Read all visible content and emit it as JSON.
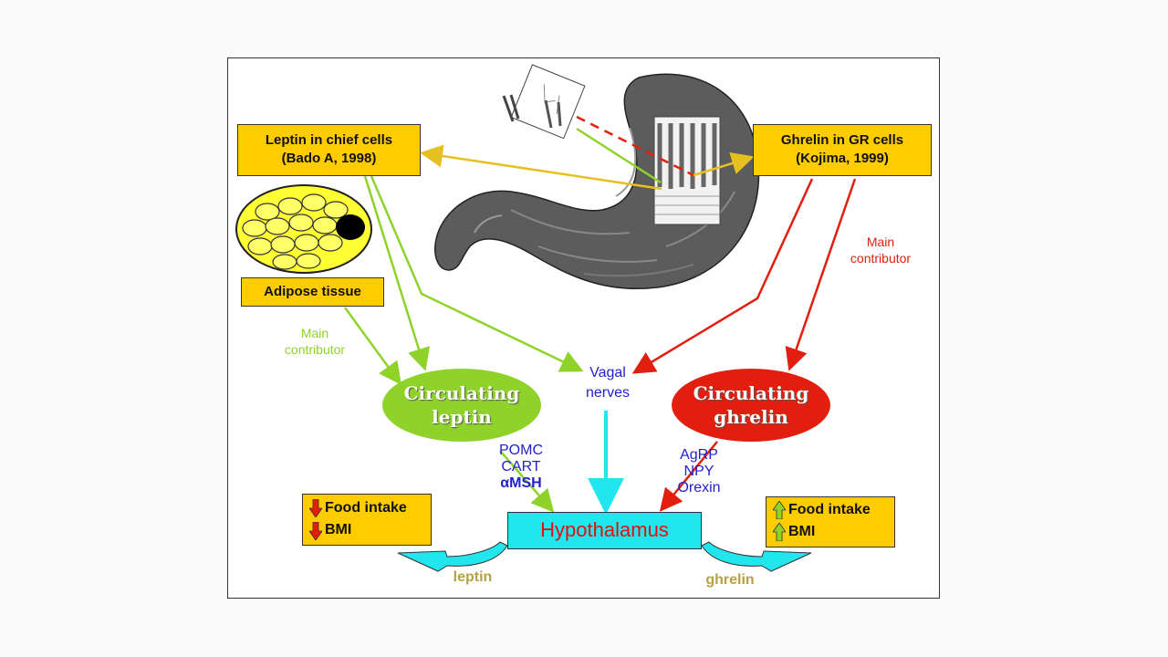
{
  "leptin_box": {
    "line1": "Leptin in chief cells",
    "line2": "(Bado A, 1998)"
  },
  "ghrelin_box": {
    "line1": "Ghrelin in GR cells",
    "line2": "(Kojima, 1999)"
  },
  "adipose_box": {
    "label": "Adipose tissue"
  },
  "leptin_main_contributor": {
    "line1": "Main",
    "line2": "contributor"
  },
  "ghrelin_main_contributor": {
    "line1": "Main",
    "line2": "contributor"
  },
  "circ_leptin": {
    "line1": "Circulating",
    "line2": "leptin"
  },
  "circ_ghrelin": {
    "line1": "Circulating",
    "line2": "ghrelin"
  },
  "vagal": {
    "line1": "Vagal",
    "line2": "nerves"
  },
  "leptin_peptides": {
    "line1": "POMC",
    "line2": "CART",
    "line3": "αMSH"
  },
  "ghrelin_peptides": {
    "line1": "AgRP",
    "line2": "NPY",
    "line3": "Orexin"
  },
  "hypothalamus": {
    "label": "Hypothalamus"
  },
  "left_effect": {
    "line1": "Food intake",
    "line2": "BMI"
  },
  "right_effect": {
    "line1": "Food intake",
    "line2": "BMI"
  },
  "bottom_labels": {
    "leptin": "leptin",
    "ghrelin": "ghrelin"
  },
  "colors": {
    "leptin_green": "#8fd32a",
    "ghrelin_red": "#e21f0f",
    "hypo_cyan": "#22e6ee",
    "box_yellow": "#ffcc00",
    "peptide_blue": "#2222cc",
    "label_tan": "#b8a040"
  }
}
